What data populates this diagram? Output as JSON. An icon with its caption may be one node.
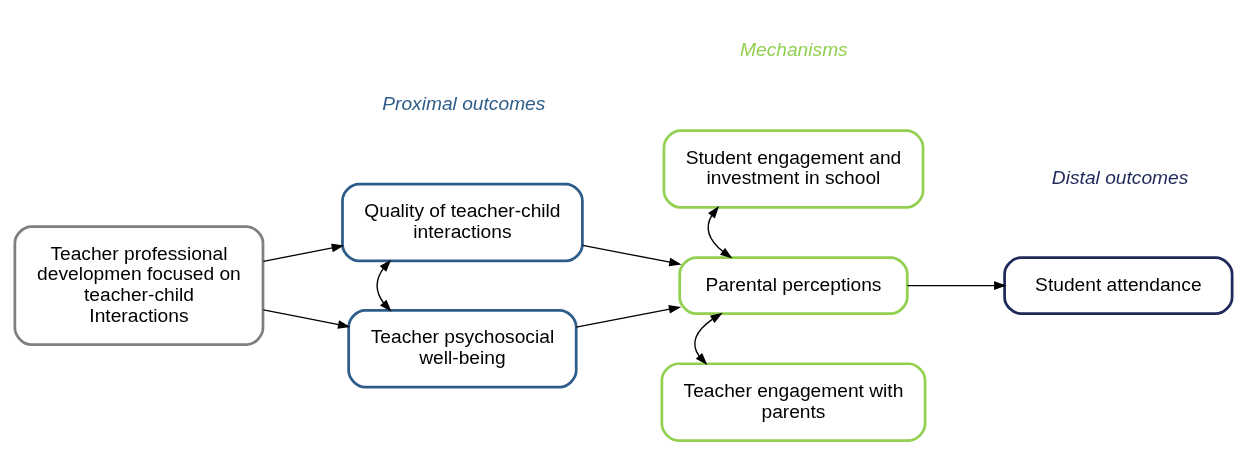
{
  "diagram": {
    "nodes": [
      {
        "text": [
          "Teacher professional developmen focused on teacher-child Interactions"
        ]
      },
      {
        "text": [
          "Quality of teacher-child interactions"
        ]
      },
      {
        "text": [
          "Teacher psychosocial well-being"
        ]
      },
      {
        "text": [
          "Student engagement and investment in school"
        ]
      },
      {
        "text": [
          "Parental perceptions"
        ]
      },
      {
        "text": [
          "Teacher engagement with parents"
        ]
      },
      {
        "text": [
          "Student attendance"
        ]
      }
    ],
    "edges": [
      {
        "from": 0,
        "to": 1,
        "arrow": "to"
      },
      {
        "from": 0,
        "to": 2,
        "arrow": "to"
      },
      {
        "from": 1,
        "to": 2,
        "arrow": "both"
      },
      {
        "from": 1,
        "to": 4,
        "arrow": "to"
      },
      {
        "from": 2,
        "to": 4,
        "arrow": "to"
      },
      {
        "from": 3,
        "to": 4,
        "arrow": "both"
      },
      {
        "from": 4,
        "to": 5,
        "arrow": "both"
      },
      {
        "from": 4,
        "to": 6,
        "arrow": "to"
      }
    ],
    "labels": [
      "Proximal outcomes",
      "Mechanisms",
      "Distal outcomes"
    ]
  }
}
